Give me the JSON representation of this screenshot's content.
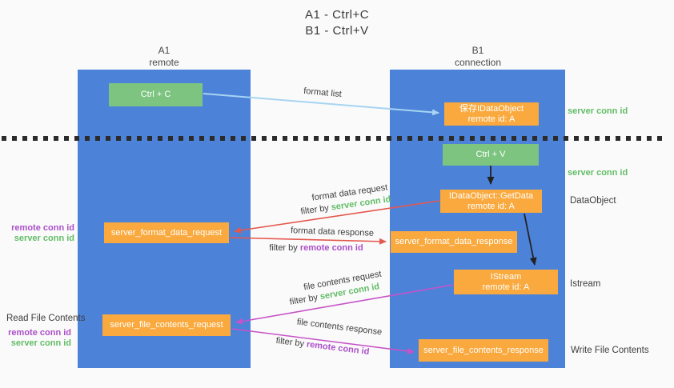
{
  "title": {
    "line1": "A1 - Ctrl+C",
    "line2": "B1 - Ctrl+V"
  },
  "columns": {
    "left": {
      "id": "A1",
      "role": "remote"
    },
    "right": {
      "id": "B1",
      "role": "connection"
    }
  },
  "nodes": {
    "ctrl_c": "Ctrl + C",
    "ctrl_v": "Ctrl + V",
    "save_idataobject": {
      "line1": "保存IDataObject",
      "line2": "remote id: A"
    },
    "getdata": {
      "line1": "IDataObject::GetData",
      "line2": "remote id: A"
    },
    "istream": {
      "line1": "IStream",
      "line2": "remote id: A"
    },
    "format_request": "server_format_data_request",
    "format_response": "server_format_data_response",
    "file_request": "server_file_contents_request",
    "file_response": "server_file_contents_response"
  },
  "side_labels": {
    "server_conn_id_top": "server conn id",
    "server_conn_id_mid": "server conn id",
    "dataobject": "DataObject",
    "istream": "Istream",
    "write_file_contents": "Write File Contents",
    "read_file_contents": "Read File Contents",
    "pair1": {
      "remote": "remote conn id",
      "server": "server conn id"
    },
    "pair2": {
      "remote": "remote conn id",
      "server": "server conn id"
    }
  },
  "arrow_labels": {
    "format_list": "format list",
    "format_data_request": "format data request",
    "filter1_prefix": "filter by ",
    "filter1_id": "server conn id",
    "format_data_response": "format data response",
    "filter2_prefix": "filter by ",
    "filter2_id": "remote conn id",
    "file_contents_request": "file contents request",
    "filter3_prefix": "filter by ",
    "filter3_id": "server conn id",
    "file_contents_response": "file contents response",
    "filter4_prefix": "filter by ",
    "filter4_id": "remote conn id"
  },
  "colors": {
    "column_blue": "#4d82d9",
    "box_orange": "#f9a93d",
    "box_green": "#7cc47f",
    "arrow_red": "#e4584e",
    "arrow_magenta": "#c653c8",
    "arrow_lightblue": "#a6d4f2",
    "arrow_black": "#222222",
    "label_green": "#62bd66",
    "label_purple": "#ab4fc8"
  }
}
